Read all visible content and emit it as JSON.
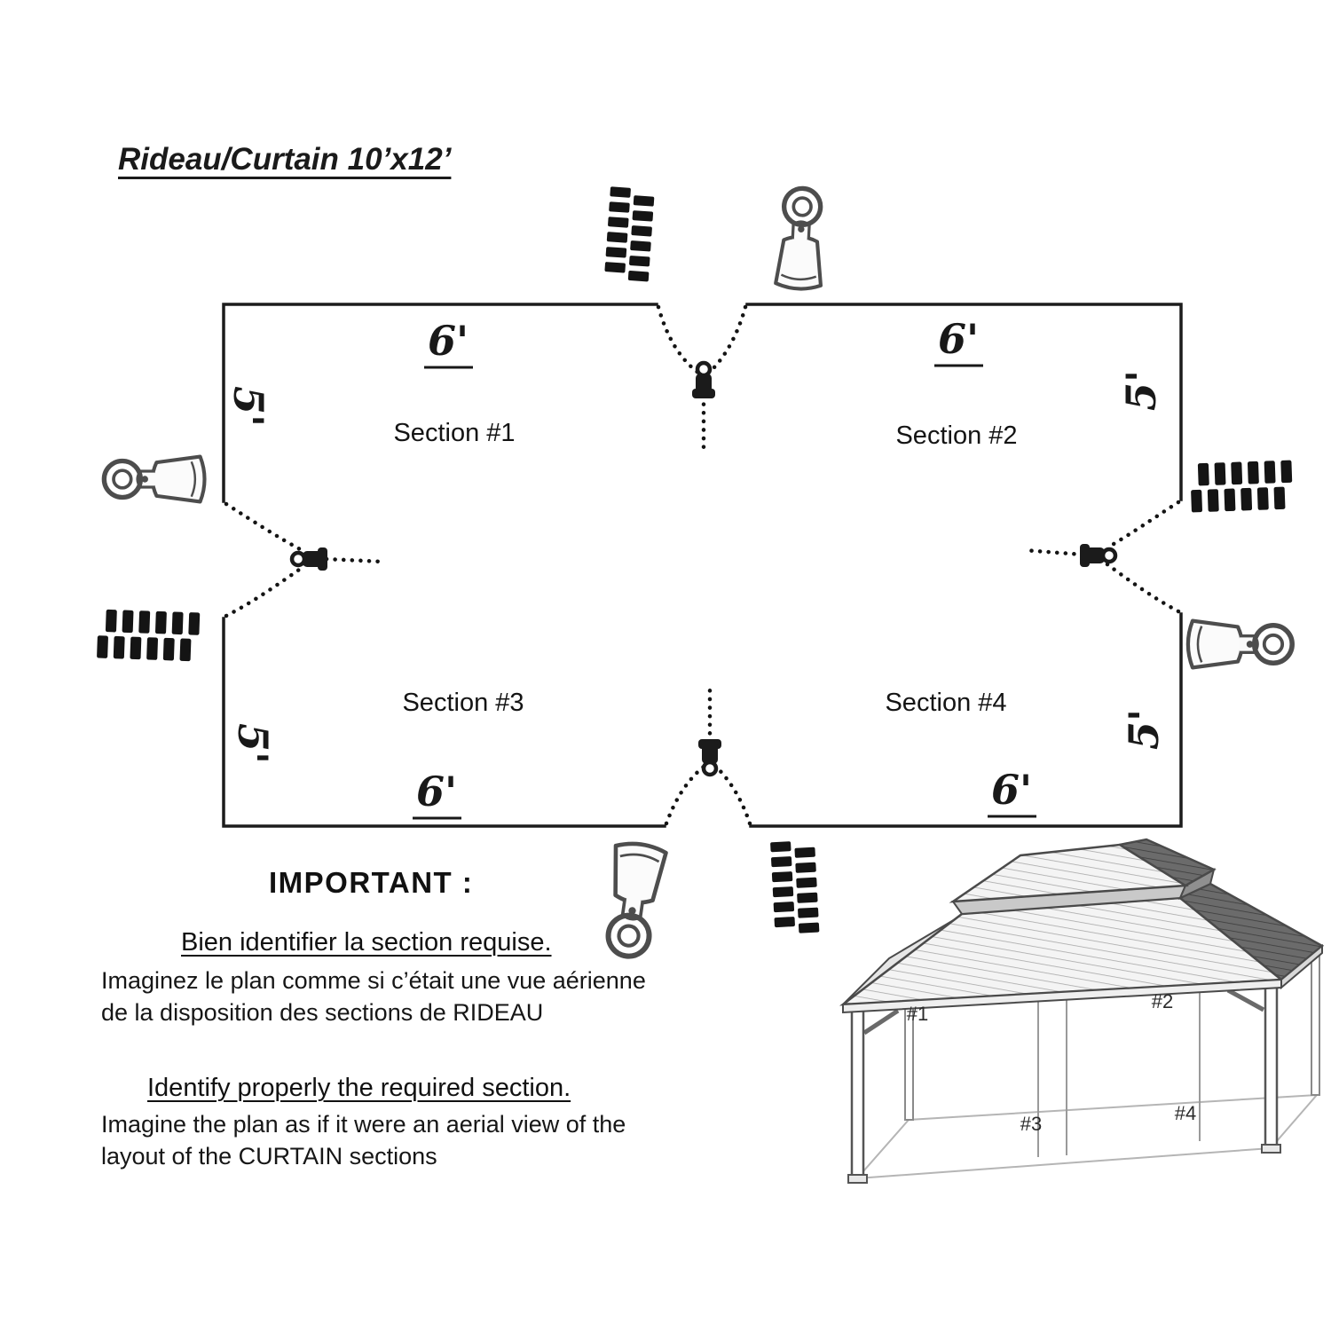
{
  "title": "Rideau/Curtain 10’x12’",
  "plan": {
    "sections": [
      {
        "name": "Section #1",
        "width_label": "6'",
        "height_label": "5'"
      },
      {
        "name": "Section #2",
        "width_label": "6'",
        "height_label": "5'"
      },
      {
        "name": "Section #3",
        "width_label": "6'",
        "height_label": "5'"
      },
      {
        "name": "Section #4",
        "width_label": "6'",
        "height_label": "5'"
      }
    ]
  },
  "notes": {
    "heading": "IMPORTANT :",
    "french": {
      "subheading": "Bien identifier la section requise.",
      "line1": "Imaginez le plan comme si c’était une vue aérienne",
      "line2": "de la disposition des sections de RIDEAU"
    },
    "english": {
      "subheading": "Identify properly the required section.",
      "line1": "Imagine the plan as if it were an aerial view of the",
      "line2": "layout of the CURTAIN sections"
    }
  },
  "gazebo": {
    "labels": [
      "#1",
      "#2",
      "#3",
      "#4"
    ]
  },
  "colors": {
    "line": "#1c1c1c",
    "zipper_metal": "#4d4d4d",
    "roof_dark": "#6b6b6b"
  }
}
